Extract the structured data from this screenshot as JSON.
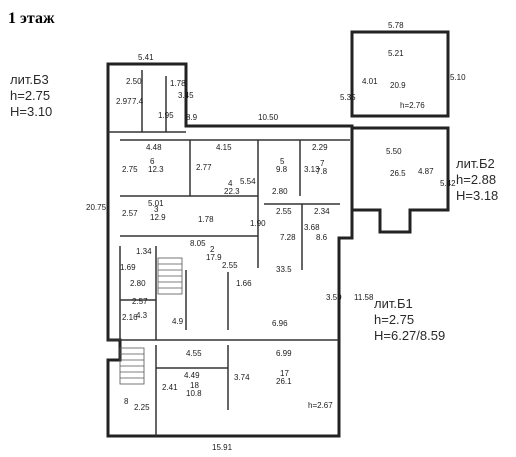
{
  "floor_title": "1 этаж",
  "buildings": {
    "b3": {
      "name": "лит.Б3",
      "h": "h=2.75",
      "H": "H=3.10"
    },
    "b2": {
      "name": "лит.Б2",
      "h": "h=2.88",
      "H": "H=3.18"
    },
    "b1": {
      "name": "лит.Б1",
      "h": "h=2.75",
      "H": "H=6.27/8.59"
    }
  },
  "dimensions": {
    "d578": "5.78",
    "d521": "5.21",
    "d401": "4.01",
    "d510": "5.10",
    "d276": "h=2.76",
    "d541": "5.41",
    "d250": "2.50",
    "d178": "1.78",
    "d297": "2.97",
    "d345": "3.45",
    "d195": "1.95",
    "d535": "5.35",
    "d1050": "10.50",
    "d550": "5.50",
    "d487": "4.87",
    "d542": "5.42",
    "d448": "4.48",
    "d415": "4.15",
    "d229": "2.29",
    "d275a": "2.75",
    "d277": "2.77",
    "d554": "5.54",
    "d280a": "2.80",
    "d313": "3.13",
    "d2075": "20.75",
    "d501": "5.01",
    "d257": "2.57",
    "d255": "2.55",
    "d234": "2.34",
    "d178b": "1.78",
    "d190": "1.90",
    "d728": "7.28",
    "d368": "3.68",
    "d805": "8.05",
    "d134": "1.34",
    "d169": "1.69",
    "d255b": "2.55",
    "d280b": "2.80",
    "d166": "1.66",
    "d350": "3.50",
    "d1158": "11.58",
    "d257b": "2.57",
    "d216": "2.16",
    "d696": "6.96",
    "d455": "4.55",
    "d699": "6.99",
    "d449": "4.49",
    "d374": "3.74",
    "d241": "2.41",
    "d225": "2.25",
    "d267": "h=2.67",
    "d1591": "15.91"
  },
  "rooms": {
    "r74": "7.4",
    "r89": "8.9",
    "r209": "20.9",
    "r123": "12.3",
    "r223": "22.3",
    "r98": "9.8",
    "r78": "7.8",
    "r265": "26.5",
    "r129": "12.9",
    "r86": "8.6",
    "r179": "17.9",
    "r335": "33.5",
    "r261": "26.1",
    "r108": "10.8",
    "r43": "4.3",
    "r49": "4.9",
    "n8": "8",
    "n7": "7",
    "n6": "6",
    "n5": "5",
    "n4": "4",
    "n3": "3",
    "n2": "2",
    "n17": "17",
    "n18": "18"
  }
}
